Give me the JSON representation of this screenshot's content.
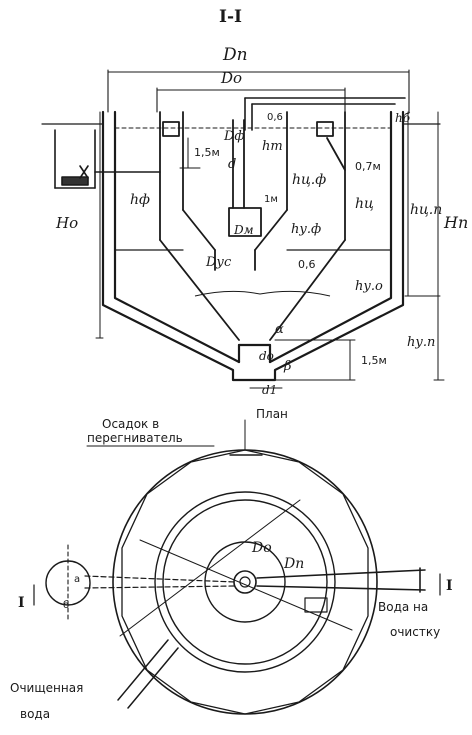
{
  "section_title": "I-I",
  "plan_title": "План",
  "labels": {
    "D_p": "Dп",
    "D_o": "Dо",
    "D_f": "Dф",
    "D_m": "Dм",
    "D_us": "Dус",
    "d": "d",
    "d_o": "dо",
    "d_1": "d1",
    "h_b": "hб",
    "h_t": "hт",
    "h_f": "hф",
    "H_o": "Hо",
    "H_p": "Hп",
    "h_cf": "hц.ф",
    "h_c": "hц",
    "h_cp": "hц.п",
    "h_uf": "hу.ф",
    "h_uo": "hу.о",
    "h_up": "hу.п",
    "alpha": "α",
    "beta": "β"
  },
  "dims": {
    "d06_top": "0,6",
    "d15_left": "1,5м",
    "d07": "0,7м",
    "d1m": "1м",
    "d06_mid": "0,6",
    "d15_bottom": "1,5м"
  },
  "plan": {
    "sediment_line1": "Осадок в",
    "sediment_line2": "перегниватель",
    "water_in_line1": "Вода на",
    "water_in_line2": "очистку",
    "clean_line1": "Очищенная",
    "clean_line2": "вода",
    "section_mark": "I",
    "D_o": "Dо",
    "D_p": "Dп",
    "a": "а",
    "b": "б"
  }
}
